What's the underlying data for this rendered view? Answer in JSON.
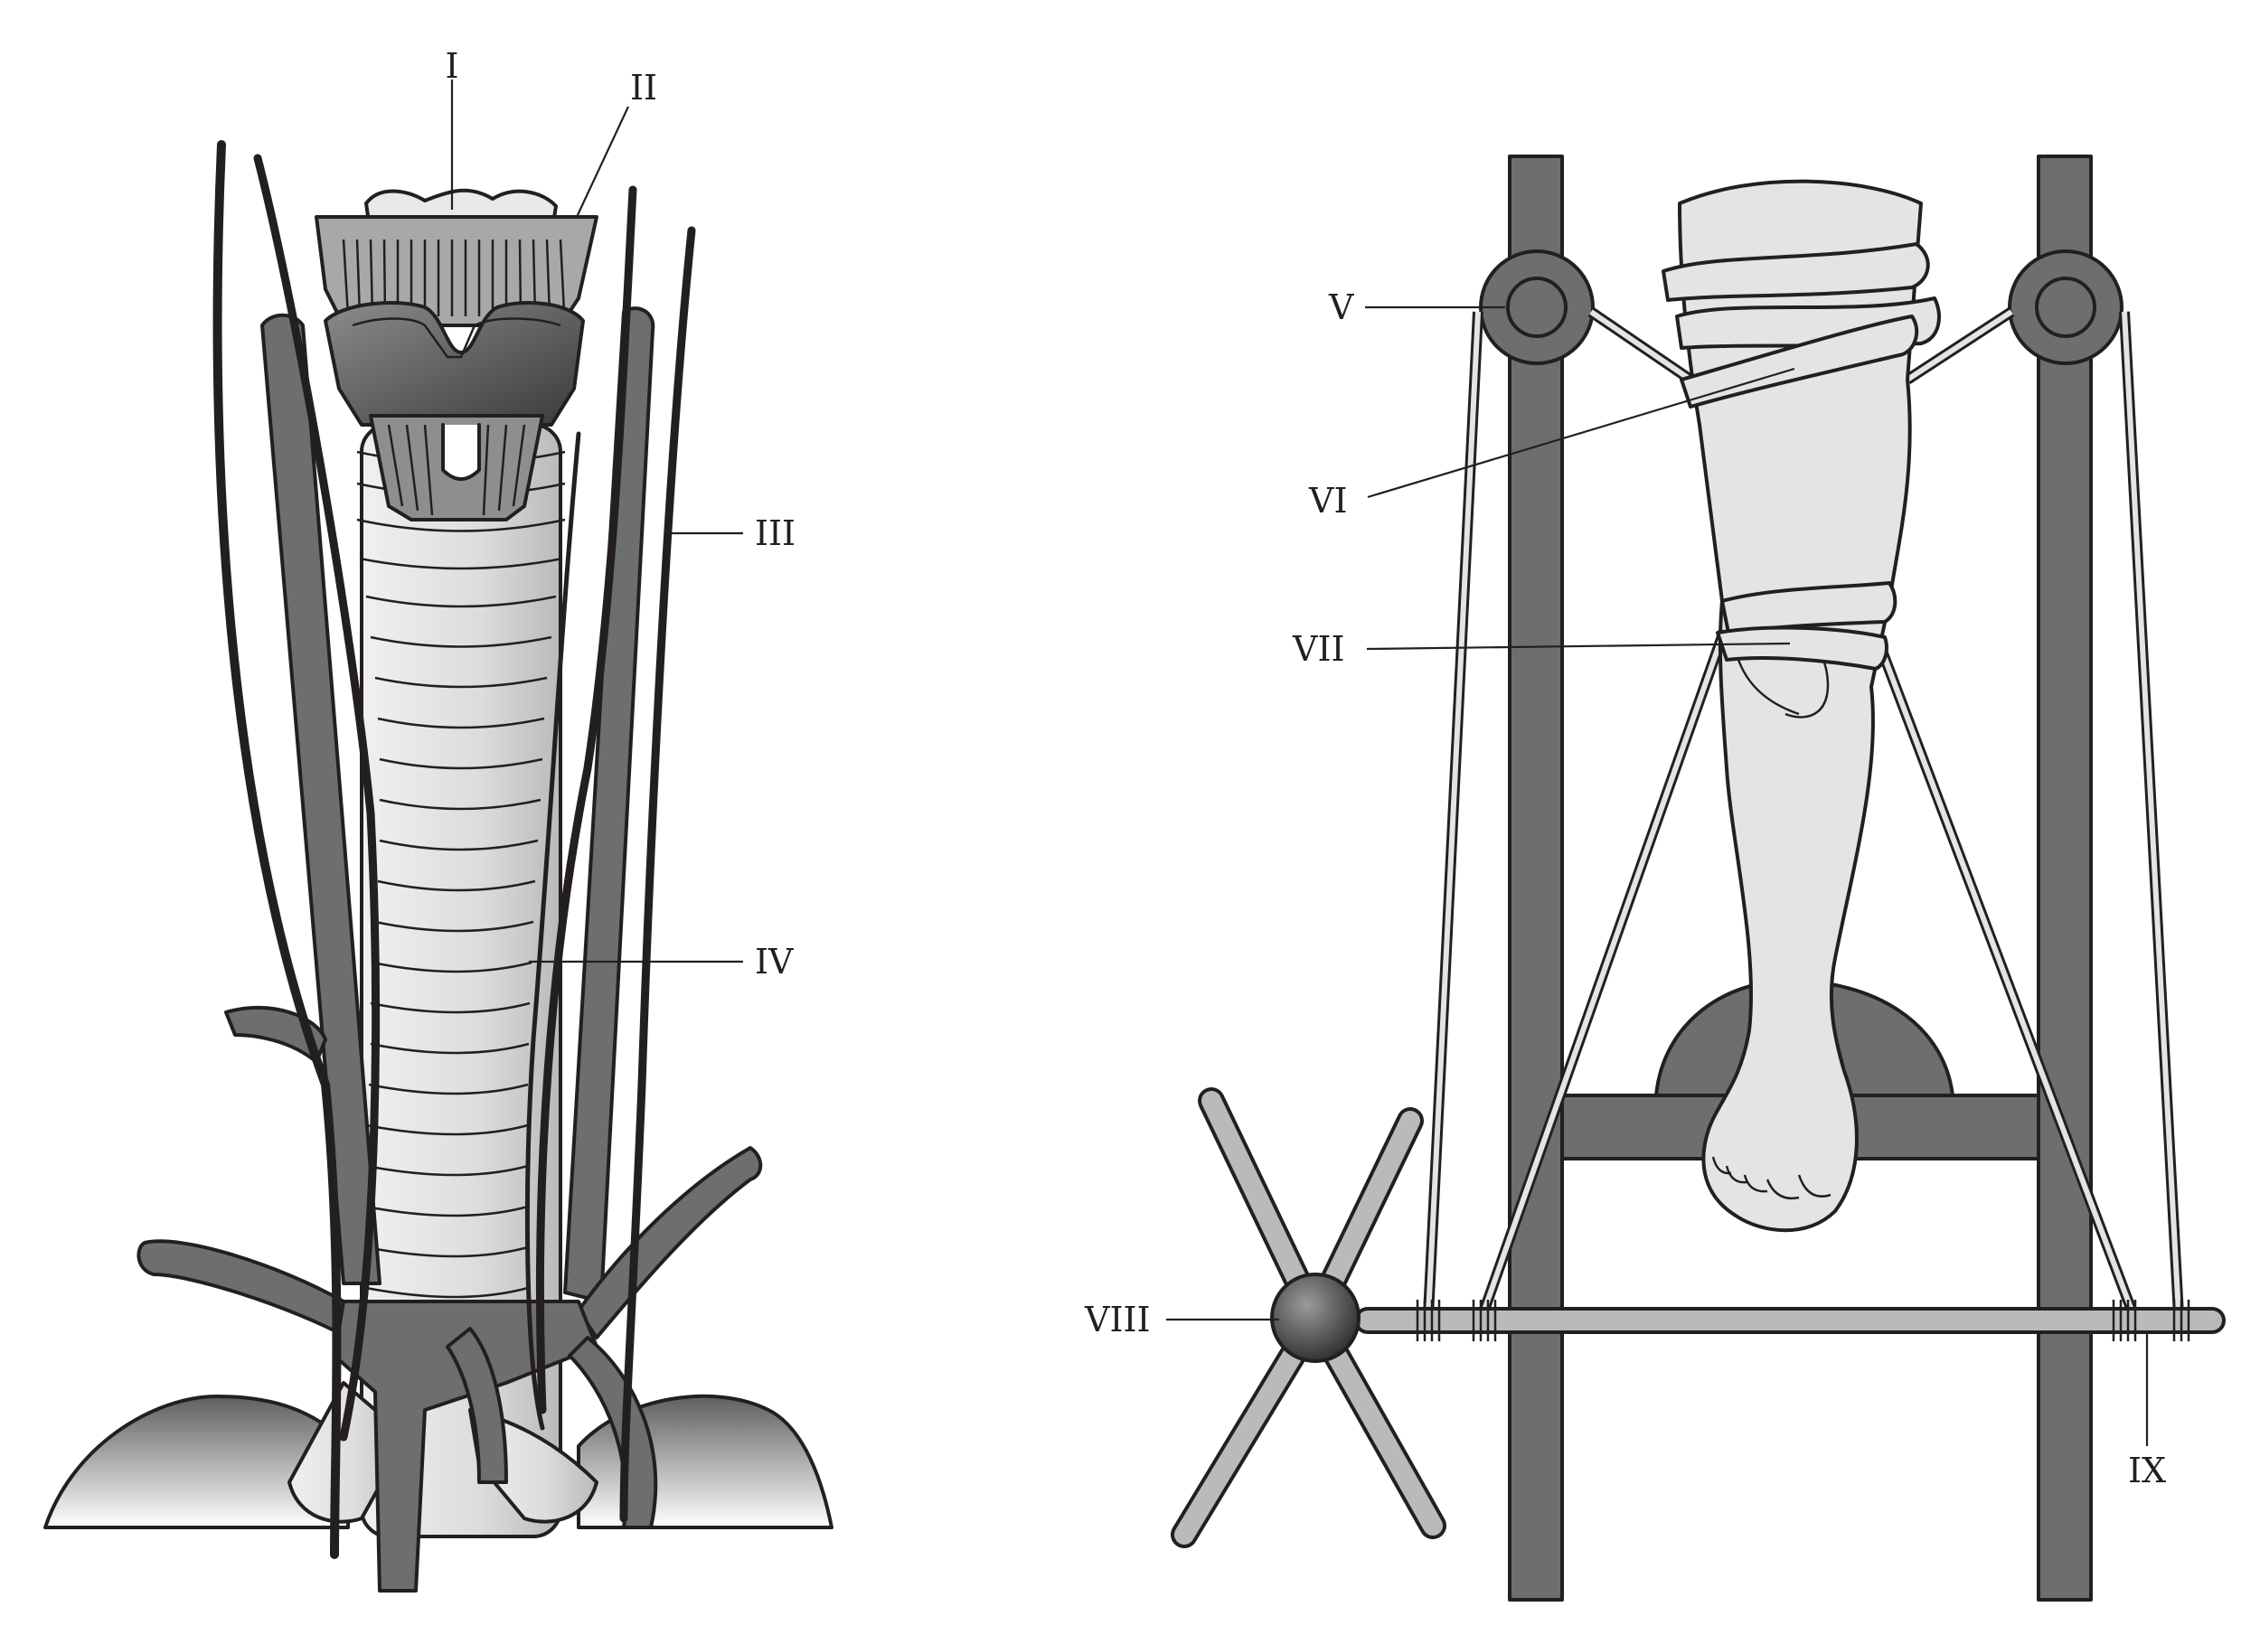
{
  "colors": {
    "outline": "#231f20",
    "vessel_gray": "#6d6e70",
    "light_gray": "#e3e4e5",
    "frame_gray": "#6d6e70",
    "cartilage_dark": "#3a3a3c"
  },
  "left_panel": {
    "labels": {
      "I": "I",
      "II": "II",
      "III": "III",
      "IV": "IV"
    }
  },
  "right_panel": {
    "labels": {
      "V": "V",
      "VI": "VI",
      "VII": "VII",
      "VIII": "VIII",
      "IX": "IX"
    }
  }
}
